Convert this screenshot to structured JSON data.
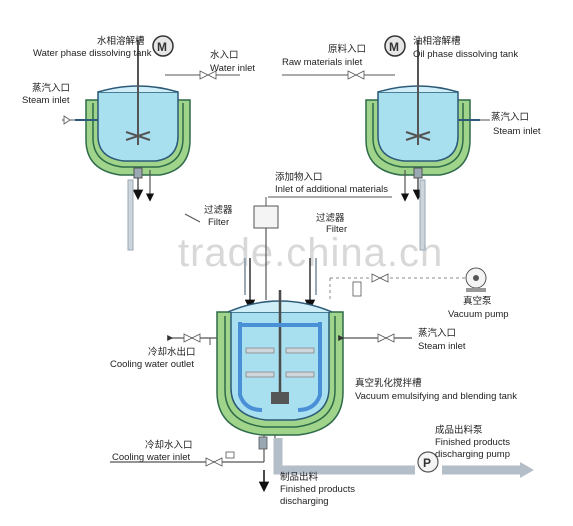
{
  "water_tank": {
    "cn": "水相溶解槽",
    "en": "Water phase dissolving tank",
    "motor": "M"
  },
  "water_inlet": {
    "cn": "水入口",
    "en": "Water inlet"
  },
  "steam_inlet_left": {
    "cn": "蒸汽入口",
    "en": "Steam inlet"
  },
  "raw_inlet": {
    "cn": "原料入口",
    "en": "Raw materials inlet"
  },
  "oil_tank": {
    "cn": "油相溶解槽",
    "en": "Oil phase dissolving tank",
    "motor": "M"
  },
  "steam_inlet_right": {
    "cn": "蒸汽入口",
    "en": "Steam inlet"
  },
  "additional_inlet": {
    "cn": "添加物入口",
    "en": "Inlet of additional materials"
  },
  "filter_left": {
    "cn": "过滤器",
    "en": "Filter"
  },
  "filter_right": {
    "cn": "过滤器",
    "en": "Filter"
  },
  "vacuum_pump": {
    "cn": "真空泵",
    "en": "Vacuum pump"
  },
  "cooling_outlet": {
    "cn": "冷却水出口",
    "en": "Cooling water outlet"
  },
  "steam_inlet_main": {
    "cn": "蒸汽入口",
    "en": "Steam inlet"
  },
  "emulsifying_tank": {
    "cn": "真空乳化搅拌槽",
    "en": "Vacuum emulsifying and blending tank"
  },
  "cooling_inlet": {
    "cn": "冷却水入口",
    "en": "Cooling water inlet"
  },
  "finished_pump": {
    "cn": "成品出料泵",
    "en1": "Finished products",
    "en2": "discharging pump",
    "symbol": "P"
  },
  "finished_discharge": {
    "cn": "制品出料",
    "en1": "Finished products",
    "en2": "discharging"
  },
  "watermark": "trade.china.cn",
  "colors": {
    "jacket_green": "#9fd48a",
    "jacket_dark": "#2e6b4a",
    "liquid_blue": "#a9e0f0",
    "tank_outline": "#2c5a78",
    "pipe_gray": "#9aa8b4",
    "agitator_blue": "#4a90d6"
  }
}
